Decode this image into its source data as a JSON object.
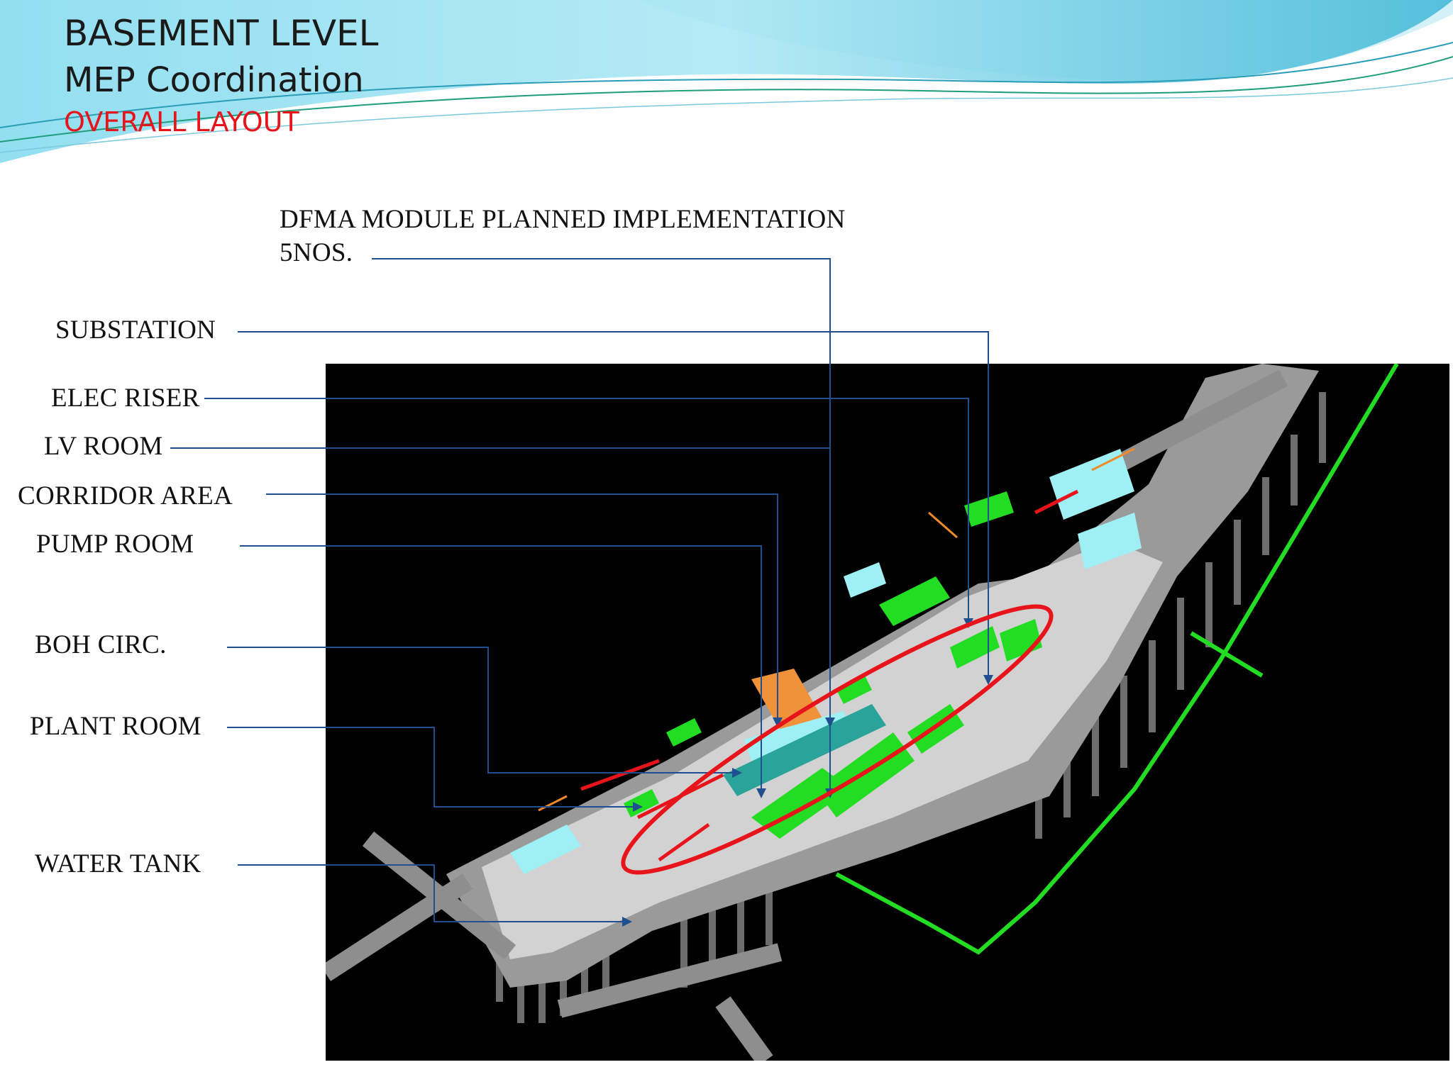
{
  "slide": {
    "title": "BASEMENT LEVEL",
    "subtitle": "MEP Coordination",
    "section": "OVERALL LAYOUT",
    "accent_color": "#e8141c",
    "leader_color": "#1f4f8f"
  },
  "callout": {
    "line1": "DFMA MODULE PLANNED IMPLEMENTATION",
    "line2": "5NOS."
  },
  "labels": {
    "substation": "SUBSTATION",
    "elec_riser": "ELEC RISER",
    "lv_room": "LV ROOM",
    "corridor_area": "CORRIDOR AREA",
    "pump_room": "PUMP ROOM",
    "boh_circ": "BOH CIRC.",
    "plant_room": "PLANT ROOM",
    "water_tank": "WATER TANK"
  },
  "model": {
    "background": "#000000",
    "structure_color": "#a9a9a9",
    "pipe_color": "#22dd22",
    "duct_color": "#9ff0f5",
    "highlight_color": "#e8141c"
  }
}
